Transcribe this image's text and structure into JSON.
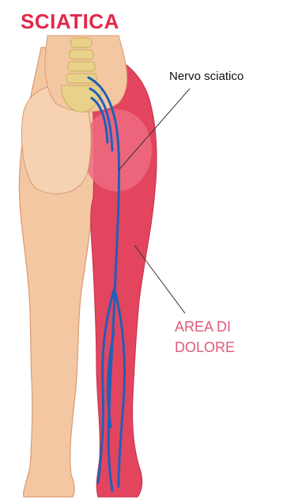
{
  "title": "SCIATICA",
  "labels": {
    "nerve": "Nervo sciatico",
    "pain_line1": "AREA DI",
    "pain_line2": "DOLORE"
  },
  "colors": {
    "title": "#e2284a",
    "label_text": "#111111",
    "pain_text": "#e05a78",
    "skin": "#f3c7a2",
    "skin_shadow": "#d99a74",
    "pain_area": "#e3455f",
    "pain_area_light": "#ee6b80",
    "nerve": "#2060b8",
    "spine": "#e8d28a",
    "leader_line": "#333333"
  }
}
